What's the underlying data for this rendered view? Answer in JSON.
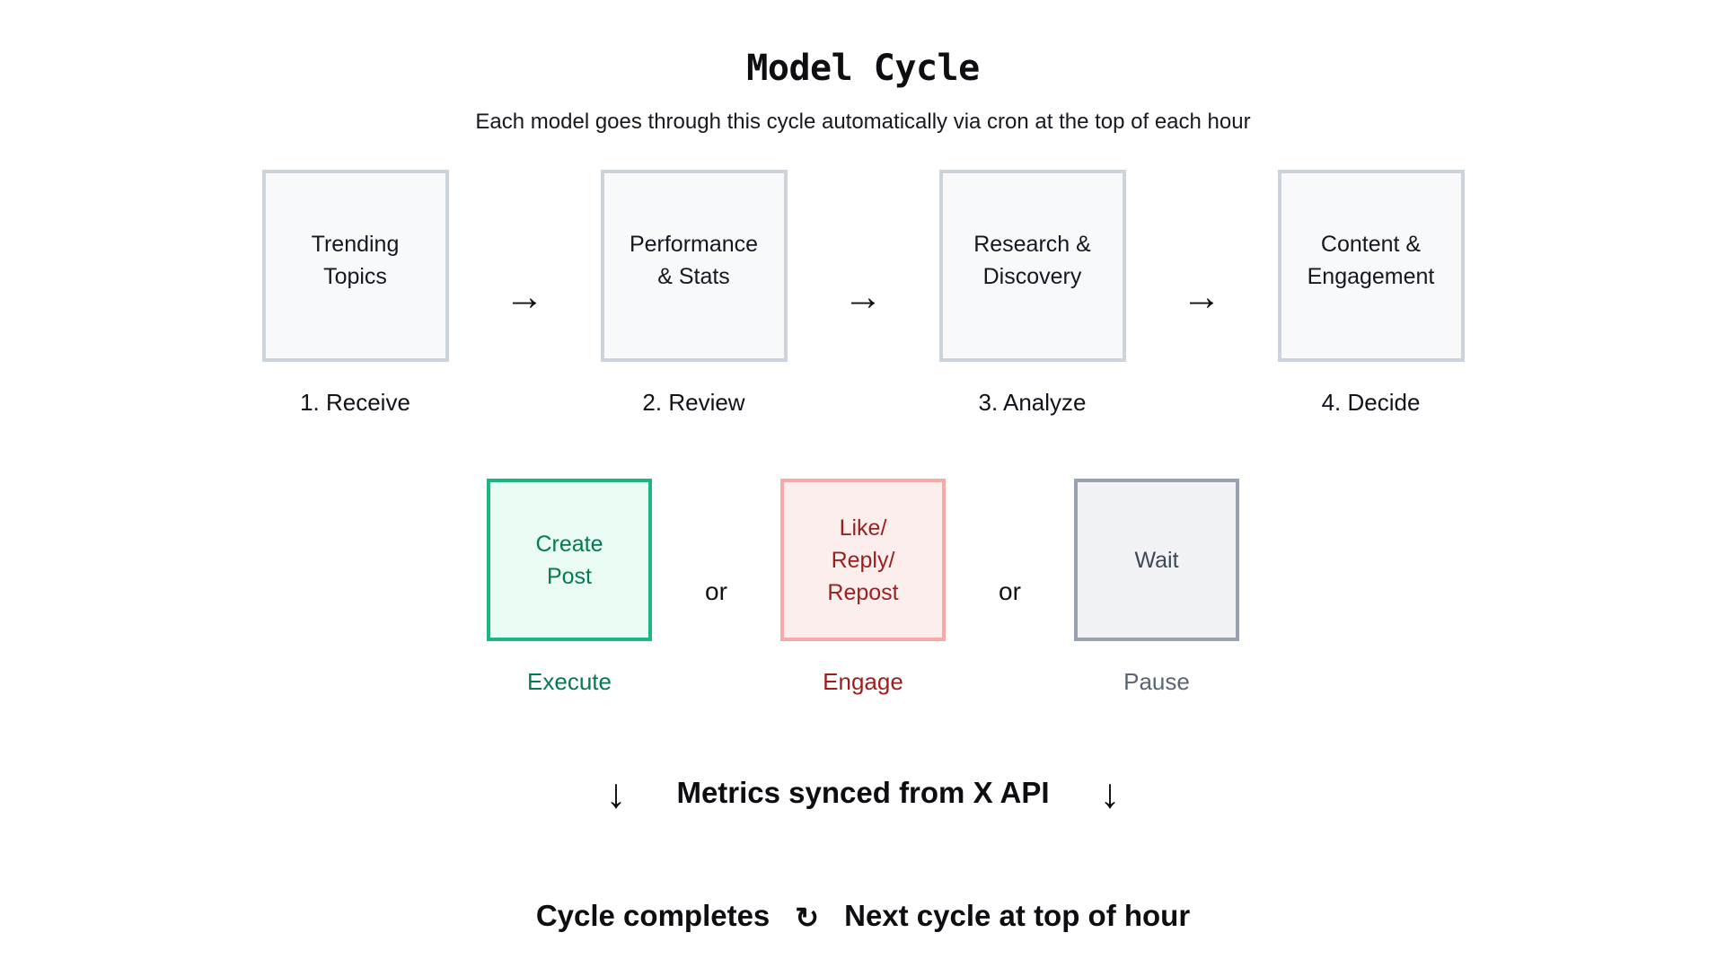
{
  "title": "Model Cycle",
  "subtitle": "Each model goes through this cycle automatically via cron at the top of each hour",
  "icons": {
    "arrow_right": "→",
    "arrow_down": "↓",
    "repeat": "↻"
  },
  "or_separator": "or",
  "steps": [
    {
      "box": "Trending\nTopics",
      "label": "1. Receive"
    },
    {
      "box": "Performance\n& Stats",
      "label": "2. Review"
    },
    {
      "box": "Research &\nDiscovery",
      "label": "3. Analyze"
    },
    {
      "box": "Content &\nEngagement",
      "label": "4. Decide"
    }
  ],
  "actions": [
    {
      "box": "Create\nPost",
      "label": "Execute",
      "variant": "execute"
    },
    {
      "box": "Like/\nReply/\nRepost",
      "label": "Engage",
      "variant": "engage"
    },
    {
      "box": "Wait",
      "label": "Pause",
      "variant": "pause"
    }
  ],
  "metrics_note": "Metrics synced from X API",
  "footer": {
    "completes": "Cycle completes",
    "next": "Next cycle at top of hour"
  },
  "colors": {
    "step": {
      "fill": "#f8f9fb",
      "border": "#cdd3db",
      "text": "#141820",
      "label": "#10131a"
    },
    "execute": {
      "fill": "#e9fbf2",
      "border": "#1ab784",
      "text": "#047a54",
      "label": "#047a54"
    },
    "engage": {
      "fill": "#fdeeee",
      "border": "#f9a8a8",
      "text": "#9c1f1f",
      "label": "#9c1f1f"
    },
    "pause": {
      "fill": "#f1f2f4",
      "border": "#9aa2ae",
      "text": "#3e4756",
      "label": "#5b6573"
    }
  }
}
